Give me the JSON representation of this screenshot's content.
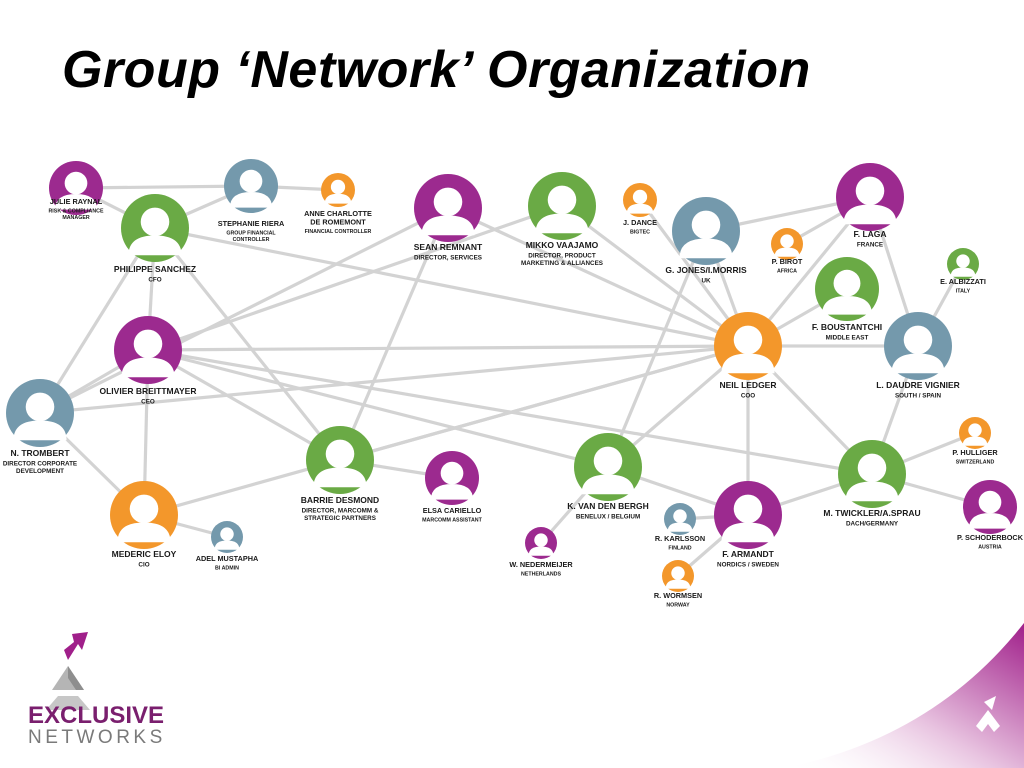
{
  "title": "Group ‘Network’ Organization",
  "colors": {
    "purple": "#9c2a8f",
    "green": "#6aaa45",
    "blue": "#7499ac",
    "orange": "#f3972b",
    "line": "#d3d3d3",
    "brand": "#7a1f6e"
  },
  "logo": {
    "line1": "EXCLUSIVE",
    "line2": "NETWORKS"
  },
  "nodes": [
    {
      "id": "julie",
      "name": "JULIE RAYNAL",
      "role": [
        "RISK & COMPLIANCE",
        "MANAGER"
      ],
      "color": "purple"
    },
    {
      "id": "philippe",
      "name": "PHILIPPE SANCHEZ",
      "role": [
        "CFO"
      ],
      "color": "green"
    },
    {
      "id": "stephanie",
      "name": "STEPHANIE RIERA",
      "role": [
        "GROUP FINANCIAL",
        "CONTROLLER"
      ],
      "color": "blue"
    },
    {
      "id": "anne",
      "name": "ANNE CHARLOTTE",
      "name2": "DE ROMEMONT",
      "role": [
        "FINANCIAL CONTROLLER"
      ],
      "color": "orange"
    },
    {
      "id": "sean",
      "name": "SEAN REMNANT",
      "role": [
        "DIRECTOR, SERVICES"
      ],
      "color": "purple"
    },
    {
      "id": "mikko",
      "name": "MIKKO VAAJAMO",
      "role": [
        "DIRECTOR, PRODUCT",
        "MARKETING & ALLIANCES"
      ],
      "color": "green"
    },
    {
      "id": "dance",
      "name": "J. DANCE",
      "role": [
        "BIGTEC"
      ],
      "color": "orange"
    },
    {
      "id": "jones",
      "name": "G. JONES/I.MORRIS",
      "role": [
        "UK"
      ],
      "color": "blue"
    },
    {
      "id": "birot",
      "name": "P. BIROT",
      "role": [
        "AFRICA"
      ],
      "color": "orange"
    },
    {
      "id": "laga",
      "name": "F. LAGA",
      "role": [
        "FRANCE"
      ],
      "color": "purple"
    },
    {
      "id": "albizzati",
      "name": "E. ALBIZZATI",
      "role": [
        "ITALY"
      ],
      "color": "green"
    },
    {
      "id": "boustantchi",
      "name": "F. BOUSTANTCHI",
      "role": [
        "MIDDLE EAST"
      ],
      "color": "green"
    },
    {
      "id": "daudre",
      "name": "L. DAUDRE VIGNIER",
      "role": [
        "SOUTH / SPAIN"
      ],
      "color": "blue"
    },
    {
      "id": "neil",
      "name": "NEIL LEDGER",
      "role": [
        "COO"
      ],
      "color": "orange"
    },
    {
      "id": "olivier",
      "name": "OLIVIER BREITTMAYER",
      "role": [
        "CEO"
      ],
      "color": "purple"
    },
    {
      "id": "trombert",
      "name": "N. TROMBERT",
      "role": [
        "DIRECTOR CORPORATE",
        "DEVELOPMENT"
      ],
      "color": "blue"
    },
    {
      "id": "barrie",
      "name": "BARRIE DESMOND",
      "role": [
        "DIRECTOR, MARCOMM &",
        "STRATEGIC PARTNERS"
      ],
      "color": "green"
    },
    {
      "id": "elsa",
      "name": "ELSA CARIELLO",
      "role": [
        "MARCOMM ASSISTANT"
      ],
      "color": "purple"
    },
    {
      "id": "mederic",
      "name": "MEDERIC ELOY",
      "role": [
        "CIO"
      ],
      "color": "orange"
    },
    {
      "id": "adel",
      "name": "ADEL MUSTAPHA",
      "role": [
        "BI ADMIN"
      ],
      "color": "blue"
    },
    {
      "id": "vdbergh",
      "name": "K. VAN DEN BERGH",
      "role": [
        "BENELUX / BELGIUM"
      ],
      "color": "green"
    },
    {
      "id": "nedermeijer",
      "name": "W. NEDERMEIJER",
      "role": [
        "NETHERLANDS"
      ],
      "color": "purple"
    },
    {
      "id": "karlsson",
      "name": "R. KARLSSON",
      "role": [
        "FINLAND"
      ],
      "color": "blue"
    },
    {
      "id": "armandt",
      "name": "F. ARMANDT",
      "role": [
        "NORDICS / SWEDEN"
      ],
      "color": "purple"
    },
    {
      "id": "wormsen",
      "name": "R. WORMSEN",
      "role": [
        "NORWAY"
      ],
      "color": "orange"
    },
    {
      "id": "twickler",
      "name": "M. TWICKLER/A.SPRAU",
      "role": [
        "DACH/GERMANY"
      ],
      "color": "green"
    },
    {
      "id": "hulliger",
      "name": "P. HULLIGER",
      "role": [
        "SWITZERLAND"
      ],
      "color": "orange"
    },
    {
      "id": "schoderbock",
      "name": "P. SCHODERBOCK",
      "role": [
        "AUSTRIA"
      ],
      "color": "purple"
    }
  ]
}
